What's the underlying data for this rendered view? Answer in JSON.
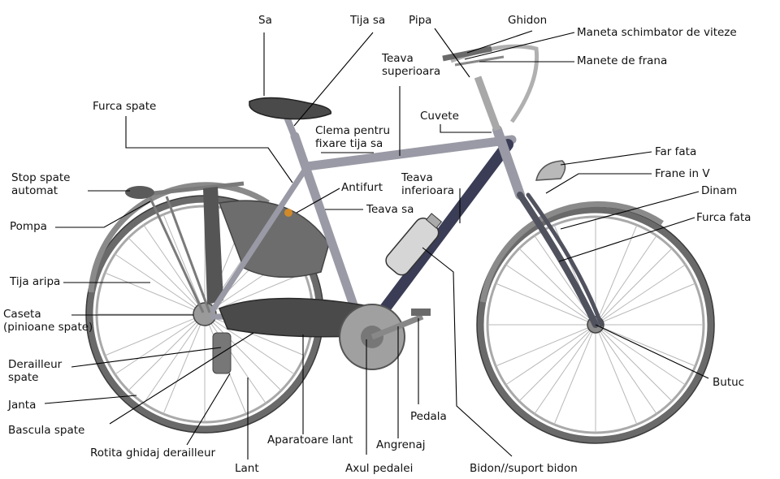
{
  "labels": {
    "sa": "Sa",
    "tija_sa": "Tija sa",
    "pipa": "Pipa",
    "ghidon": "Ghidon",
    "maneta_viteze": "Maneta schimbator de viteze",
    "manete_frana": "Manete de frana",
    "teava_superioara": "Teava\nsuperioara",
    "furca_spate": "Furca spate",
    "cuvete": "Cuvete",
    "clema": "Clema pentru\nfixare tija sa",
    "far_fata": "Far fata",
    "frane_v": "Frane in V",
    "dinam": "Dinam",
    "furca_fata": "Furca fata",
    "stop_spate": "Stop spate\nautomat",
    "antifurt": "Antifurt",
    "teava_inferioara": "Teava\ninferioara",
    "teava_sa": "Teava sa",
    "pompa": "Pompa",
    "tija_aripa": "Tija aripa",
    "caseta": "Caseta\n(pinioane spate)",
    "derailleur": "Derailleur\nspate",
    "janta": "Janta",
    "bascula": "Bascula spate",
    "rotita": "Rotita ghidaj derailleur",
    "lant": "Lant",
    "aparatoare": "Aparatoare lant",
    "axul": "Axul pedalei",
    "angrenaj": "Angrenaj",
    "pedala": "Pedala",
    "bidon": "Bidon//suport bidon",
    "butuc": "Butuc"
  }
}
